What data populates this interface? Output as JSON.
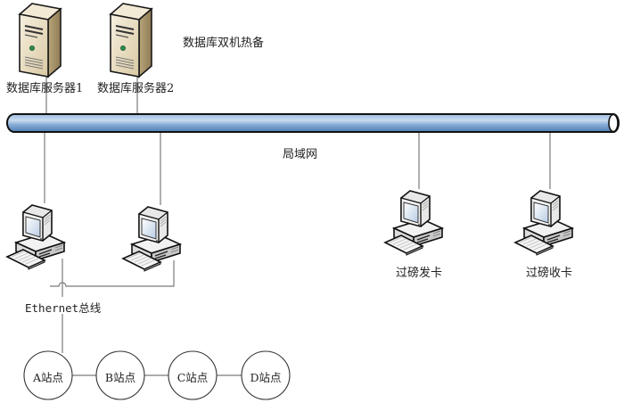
{
  "diagram": {
    "title_note": "数据库双机热备",
    "lan_label": "局域网",
    "servers": [
      {
        "id": "server-1",
        "label": "数据库服务器1",
        "icon": "server-tower-icon"
      },
      {
        "id": "server-2",
        "label": "数据库服务器2",
        "icon": "server-tower-icon"
      }
    ],
    "workstations": [
      {
        "id": "pc-left-1",
        "label": "",
        "icon": "desktop-computer-icon"
      },
      {
        "id": "pc-left-2",
        "label": "",
        "icon": "desktop-computer-icon"
      },
      {
        "id": "pc-issue",
        "label": "过磅发卡",
        "icon": "desktop-computer-icon"
      },
      {
        "id": "pc-receive",
        "label": "过磅收卡",
        "icon": "desktop-computer-icon"
      }
    ],
    "ethernet_label": "Ethernet总线",
    "stations": [
      {
        "id": "station-a",
        "label": "A站点"
      },
      {
        "id": "station-b",
        "label": "B站点"
      },
      {
        "id": "station-c",
        "label": "C站点"
      },
      {
        "id": "station-d",
        "label": "D站点"
      }
    ],
    "colors": {
      "bus_fill_top": "#b8d0ea",
      "bus_fill_mid": "#7fa6d2",
      "bus_fill_bottom": "#5c86bb",
      "bus_outline": "#111111",
      "connector": "#7a7a7a",
      "server_body": "#e8dcc2"
    }
  }
}
